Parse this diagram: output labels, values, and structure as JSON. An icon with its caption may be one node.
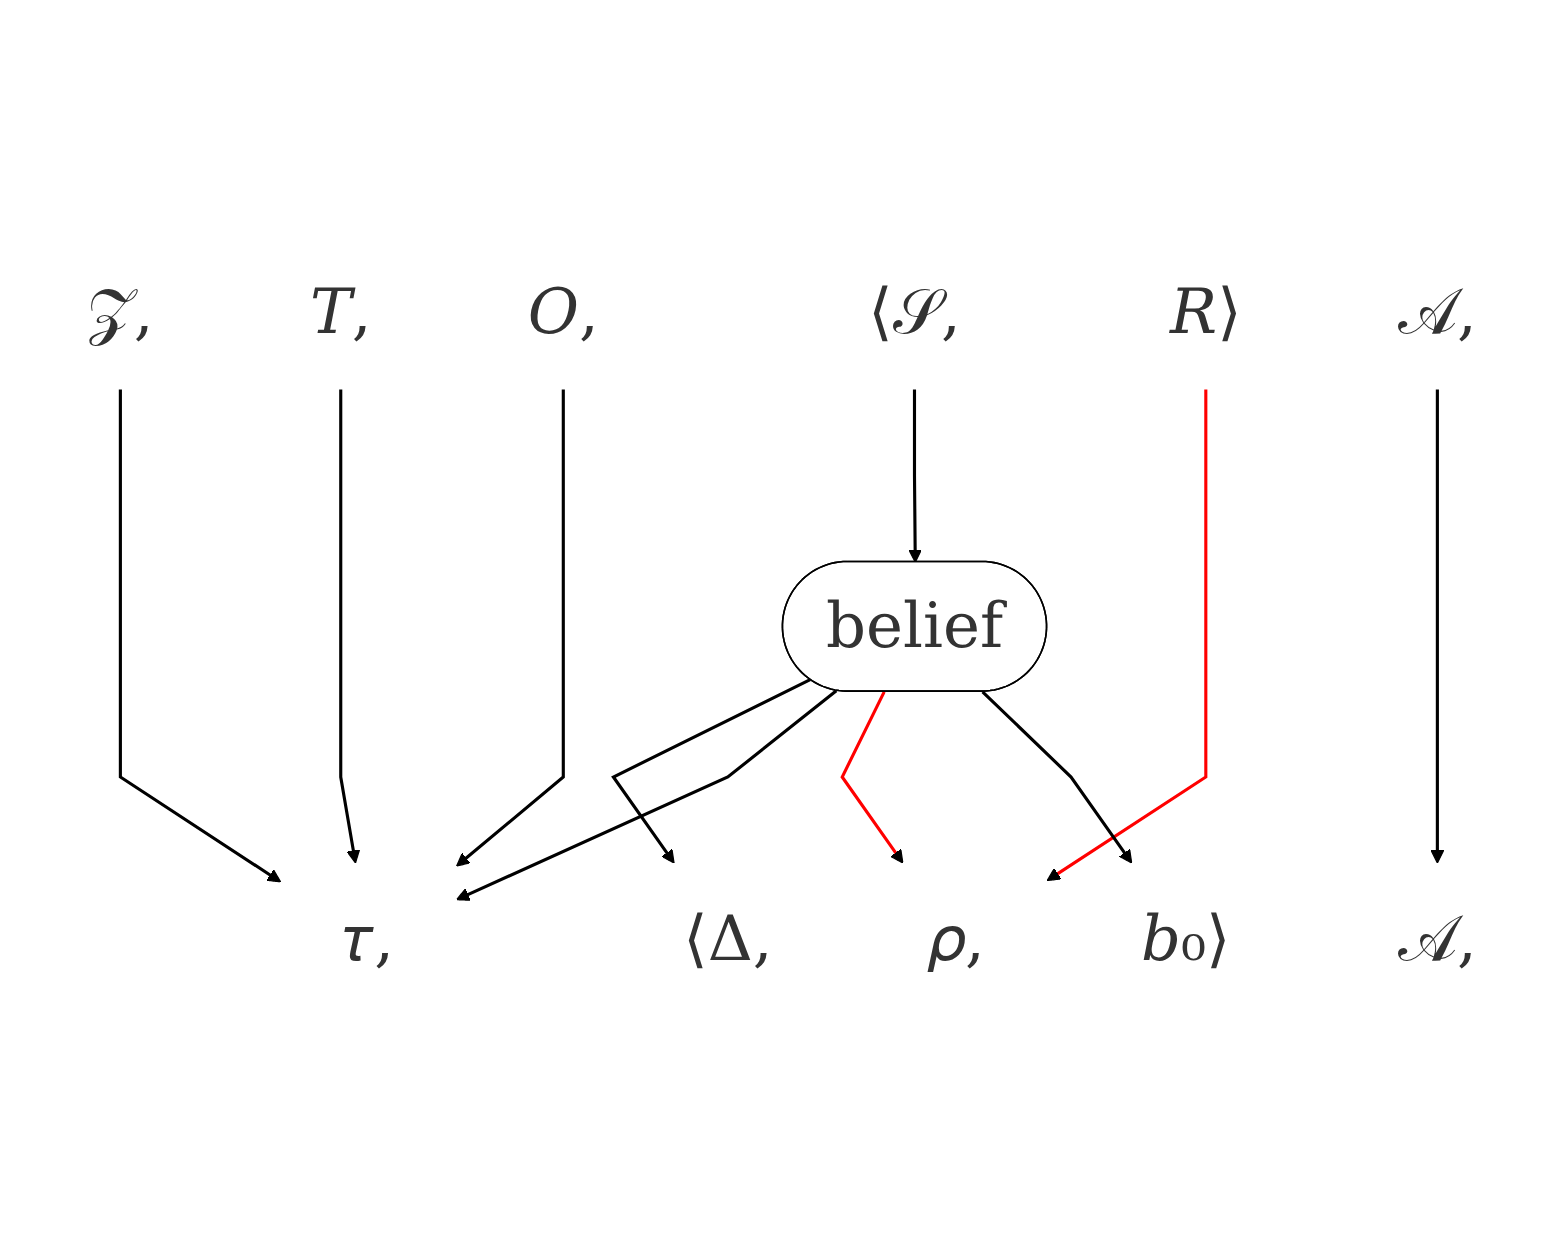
{
  "diagram": {
    "nodes": [
      {
        "text": [
          "⟨𝒮,"
        ]
      },
      {
        "text": [
          "𝒜,"
        ]
      },
      {
        "text": [
          "𝒵,"
        ]
      },
      {
        "text": [
          "𝑇,"
        ]
      },
      {
        "text": [
          "𝑂,"
        ]
      },
      {
        "text": [
          "𝑅⟩"
        ]
      },
      {
        "text": [
          "belief"
        ]
      },
      {
        "text": [
          "⟨Δ,"
        ]
      },
      {
        "text": [
          "𝒜,"
        ]
      },
      {
        "text": [
          "𝜏,"
        ]
      },
      {
        "text": [
          "𝜌,"
        ]
      },
      {
        "text": [
          "𝑏₀⟩"
        ]
      }
    ],
    "edges": [
      {
        "from": 0,
        "to": 6,
        "arrow": "to"
      },
      {
        "from": 1,
        "to": 8,
        "arrow": "to"
      },
      {
        "from": 2,
        "to": 9,
        "arrow": "to"
      },
      {
        "from": 3,
        "to": 9,
        "arrow": "to"
      },
      {
        "from": 4,
        "to": 9,
        "arrow": "to"
      },
      {
        "from": 5,
        "to": 10,
        "arrow": "to",
        "color": "#ff0000"
      },
      {
        "from": 6,
        "to": 7,
        "arrow": "to"
      },
      {
        "from": 6,
        "to": 9,
        "arrow": "to"
      },
      {
        "from": 6,
        "to": 10,
        "arrow": "to",
        "color": "#ff0000"
      },
      {
        "from": 6,
        "to": 11,
        "arrow": "to"
      }
    ]
  }
}
